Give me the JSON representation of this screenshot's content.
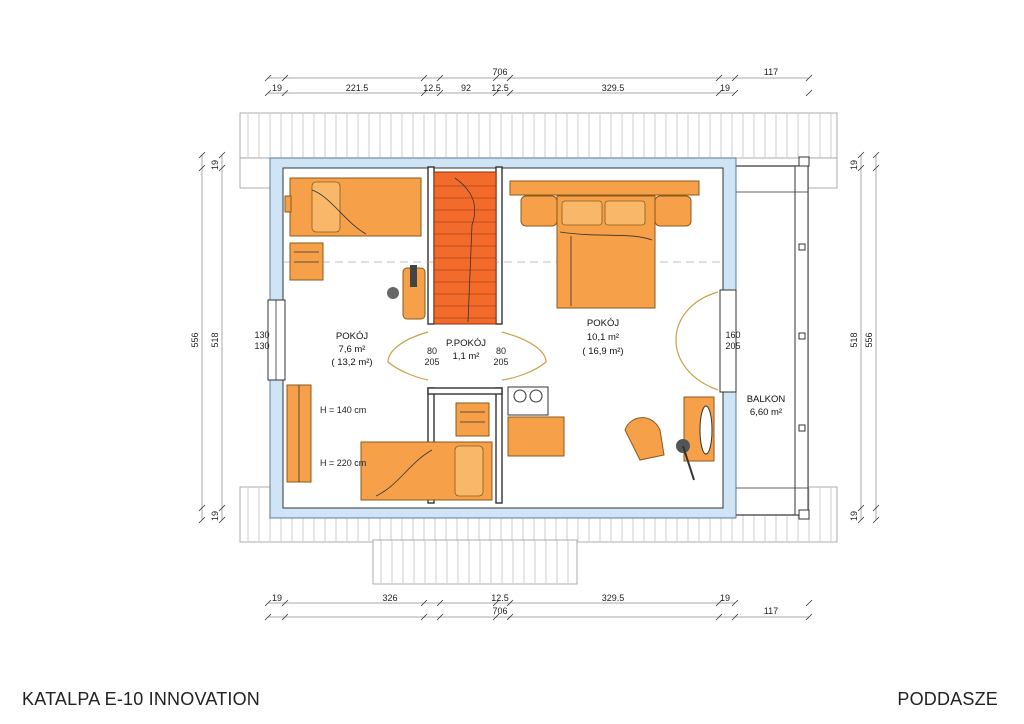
{
  "project_title": "KATALPA E-10 INNOVATION",
  "floor_name": "PODDASZE",
  "dimensions": {
    "top_total": "706",
    "top_extension": "117",
    "top_segments": [
      "19",
      "221.5",
      "12.5",
      "92",
      "12.5",
      "329.5",
      "19"
    ],
    "bottom_segments": [
      "19",
      "326",
      "12.5",
      "329.5",
      "19"
    ],
    "bottom_total": "706",
    "bottom_extension": "117",
    "left_outer": "556",
    "left_inner": "518",
    "left_top": "19",
    "left_bottom": "19",
    "right_outer": "556",
    "right_inner": "518",
    "right_top": "19",
    "right_bottom": "19"
  },
  "rooms": {
    "left": {
      "name": "POKÓJ",
      "area": "7,6 m²",
      "area_total": "( 13,2 m²)"
    },
    "middle": {
      "name": "P.POKÓJ",
      "area": "1,1 m²"
    },
    "right": {
      "name": "POKÓJ",
      "area": "10,1 m²",
      "area_total": "( 16,9 m²)"
    },
    "balcony": {
      "name": "BALKON",
      "area": "6,60 m²"
    }
  },
  "openings": {
    "window_left_top": "130",
    "window_left_bottom": "130",
    "door_left_top": "80",
    "door_left_bottom": "205",
    "door_mid_top": "80",
    "door_mid_bottom": "205",
    "door_balcony_top": "160",
    "door_balcony_bottom": "205"
  },
  "heights": {
    "h140": "H = 140 cm",
    "h220": "H = 220 cm"
  },
  "colors": {
    "furniture": "#f7a04a",
    "stairs": "#f26b2a",
    "insulation": "#cfe4f5"
  }
}
